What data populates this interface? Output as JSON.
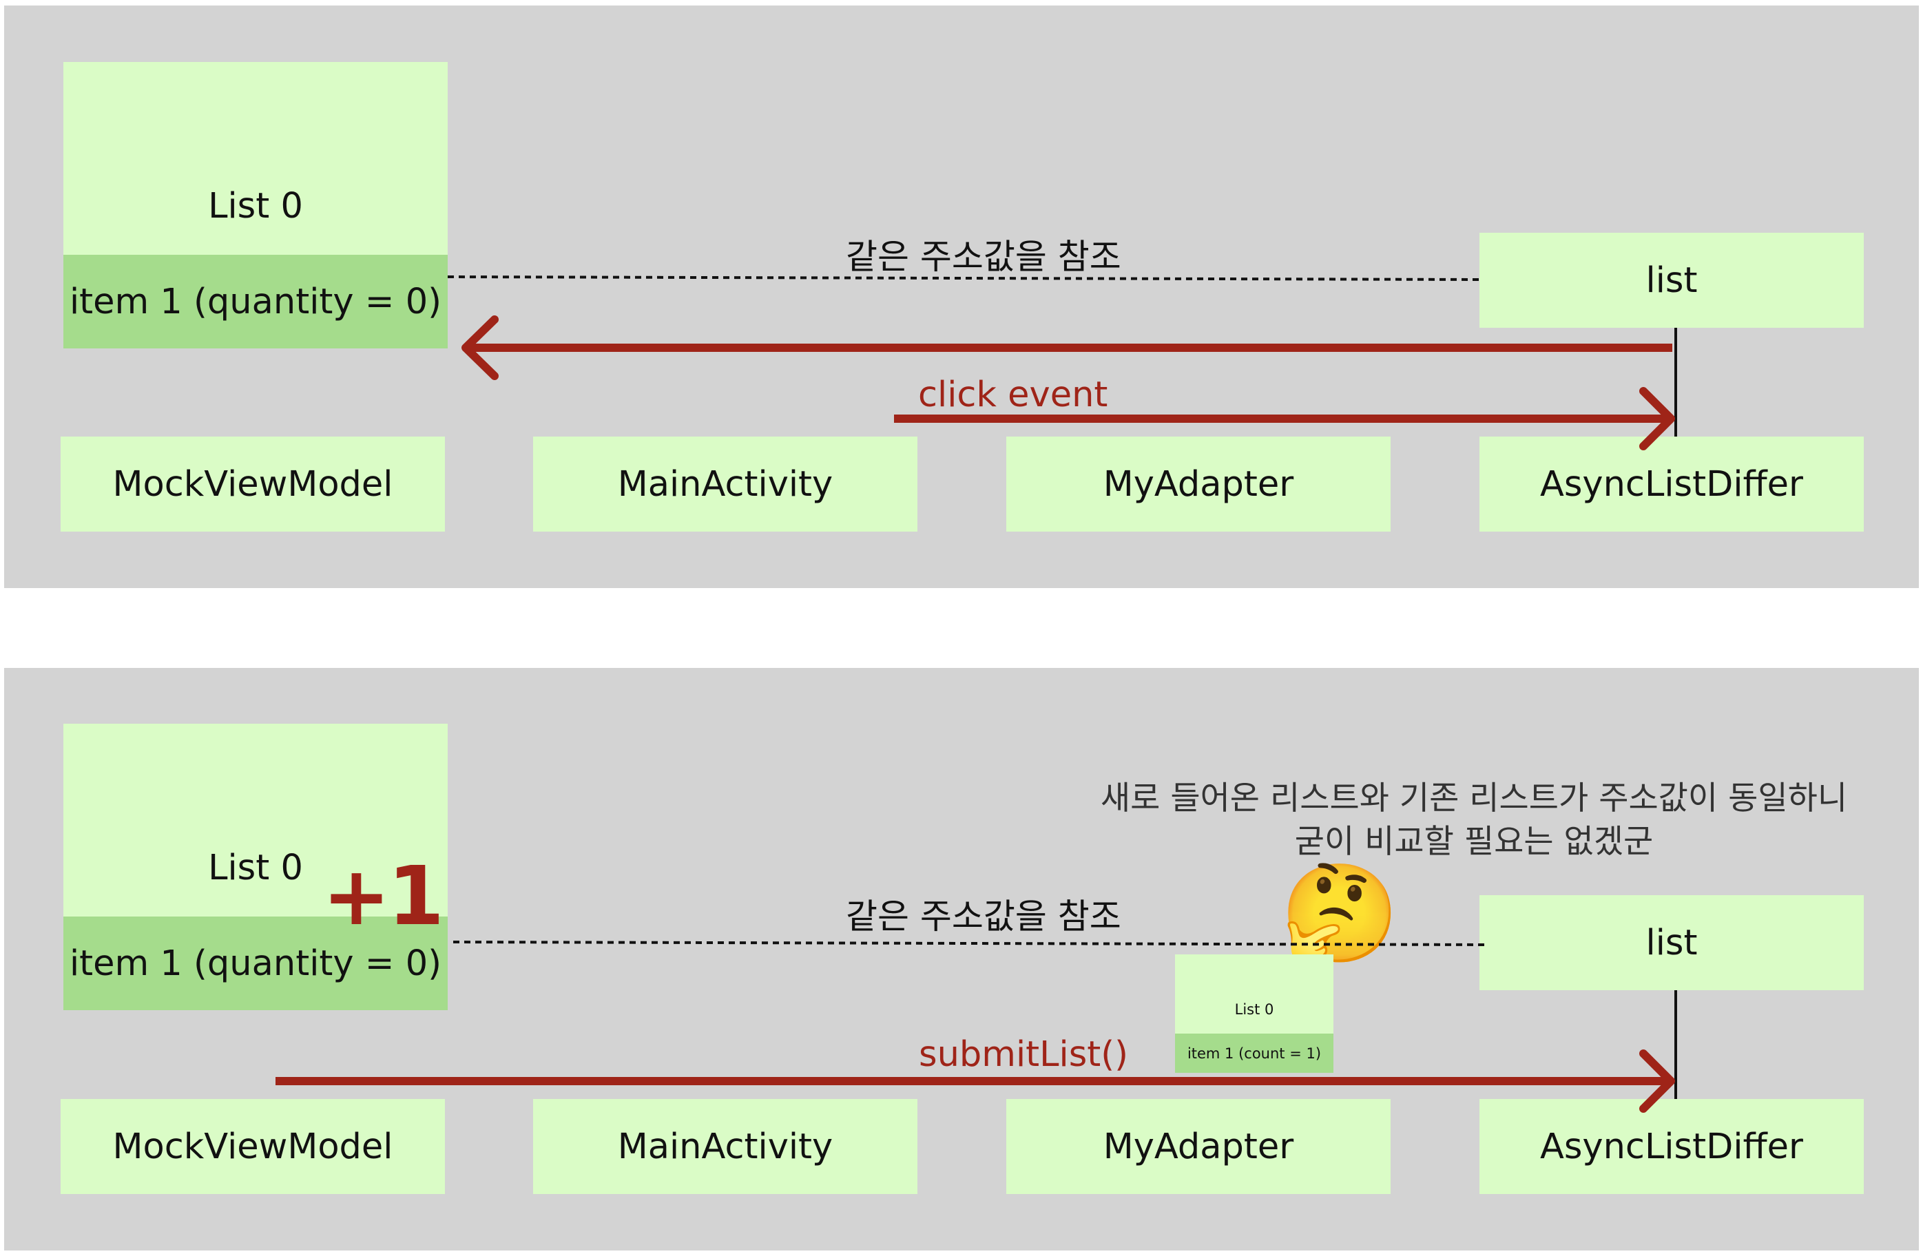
{
  "top": {
    "list_title": "List 0",
    "item_label": "item 1 (quantity = 0)",
    "reference_label": "같은 주소값을 참조",
    "list_box": "list",
    "click_label": "click event",
    "components": [
      "MockViewModel",
      "MainActivity",
      "MyAdapter",
      "AsyncListDiffer"
    ]
  },
  "bottom": {
    "list_title": "List 0",
    "increment": "+1",
    "item_label": "item 1 (quantity = 0)",
    "reference_label": "같은 주소값을 참조",
    "list_box": "list",
    "thought_line1": "새로 들어온 리스트와 기존 리스트가 주소값이 동일하니",
    "thought_line2": "굳이 비교할 필요는 없겠군",
    "emoji": "🤔",
    "mini_list_title": "List 0",
    "mini_item_label": "item 1 (count = 1)",
    "submit_label": "submitList()",
    "components": [
      "MockViewModel",
      "MainActivity",
      "MyAdapter",
      "AsyncListDiffer"
    ]
  },
  "colors": {
    "panel": "#d3d3d3",
    "box_light": "#dafcc6",
    "box_item": "#a5dc8c",
    "arrow": "#9f2418"
  }
}
